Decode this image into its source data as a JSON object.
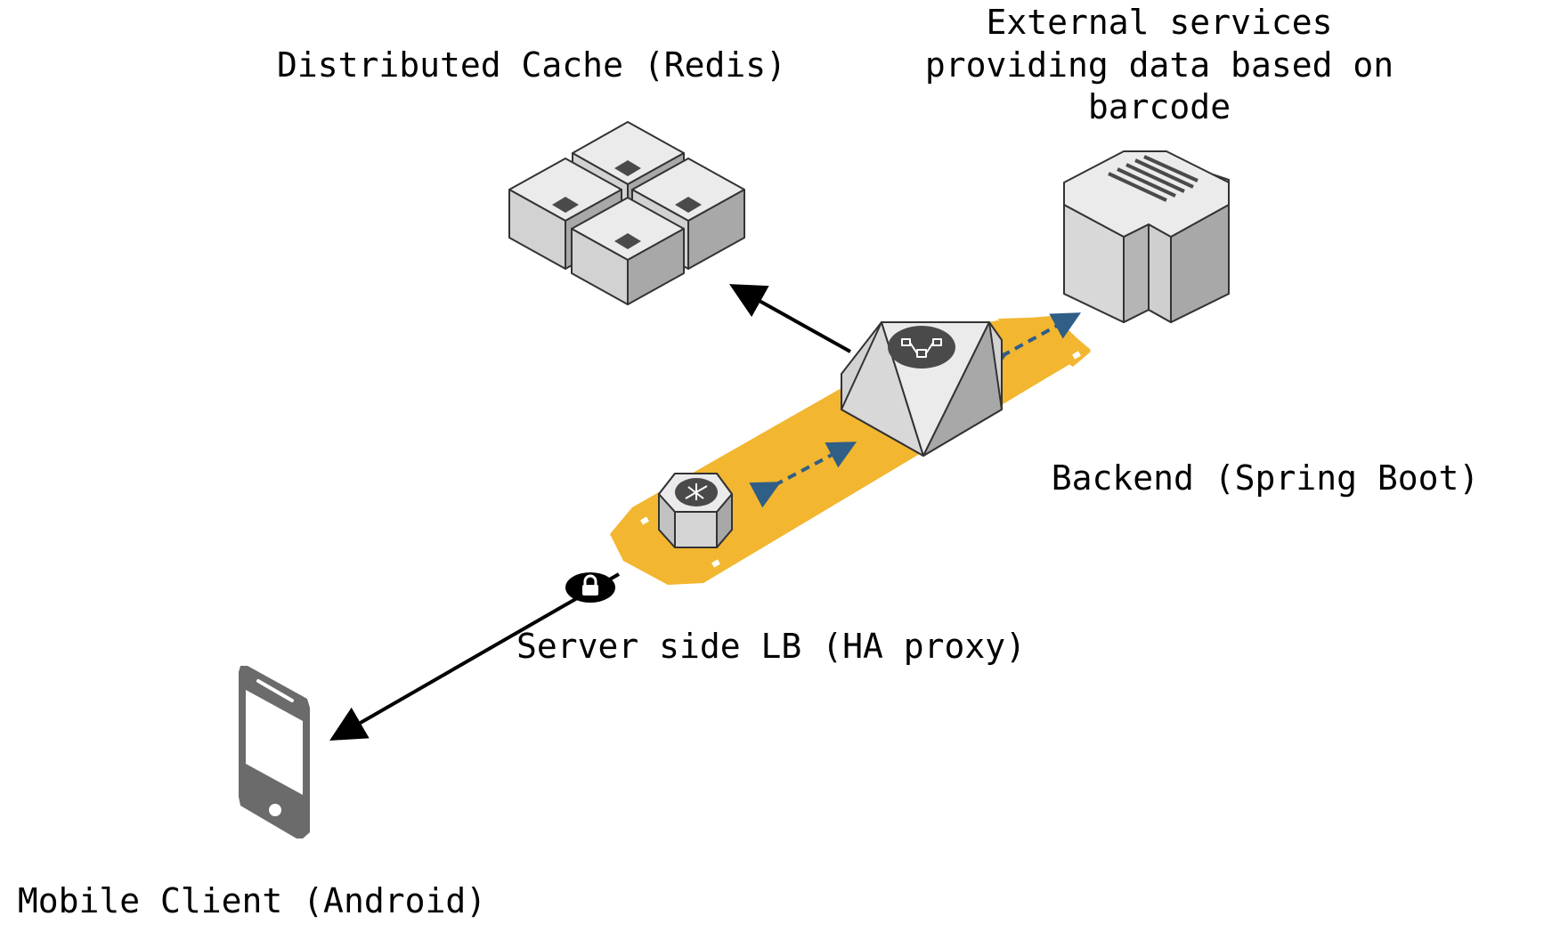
{
  "labels": {
    "cache": "Distributed Cache (Redis)",
    "external": [
      "External services",
      "providing data based on",
      "barcode"
    ],
    "backend": "Backend (Spring Boot)",
    "lb": "Server side LB (HA proxy)",
    "mobile": "Mobile Client (Android)"
  },
  "colors": {
    "band": "#f2b631",
    "arrow": "#000000",
    "dashed_arrow": "#2f5e86",
    "server_light": "#ebebeb",
    "server_mid": "#d2d2d2",
    "server_dark": "#a8a8a8",
    "icon_dark": "#4a4a4a",
    "phone": "#6b6b6b"
  },
  "icons": {
    "cache": "server-cluster-icon",
    "external": "database-server-icon",
    "backend": "routing-server-icon",
    "lb": "load-balancer-icon",
    "mobile": "mobile-phone-icon",
    "lock": "lock-icon"
  }
}
